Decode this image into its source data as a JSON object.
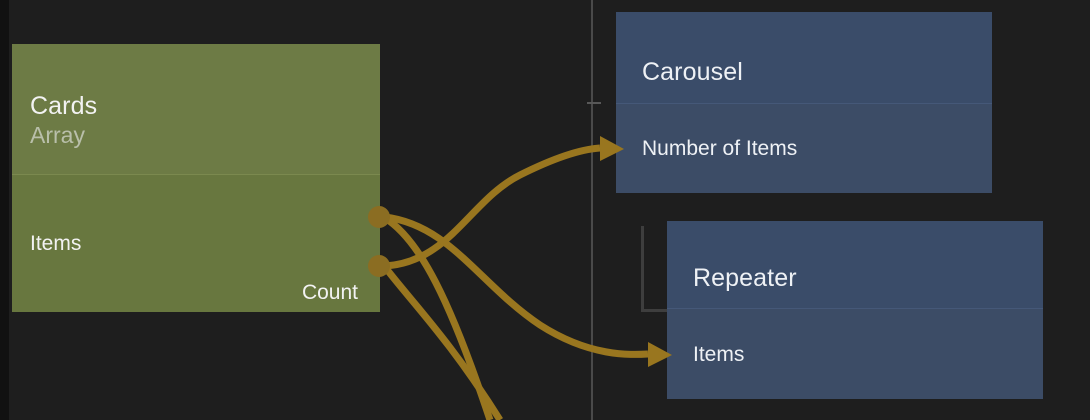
{
  "canvas": {
    "background_color": "#1e1e1e",
    "gutter_color": "#111111",
    "guide_line_color": "#4a4a4a",
    "wire_color": "#99761f",
    "port_color": "#8b6d22"
  },
  "nodes": [
    {
      "id": "cards",
      "title": "Cards",
      "subtitle": "Array",
      "accent_color": "#6d7b45",
      "fields": [
        {
          "label": "Items",
          "align": "left",
          "has_port": true
        },
        {
          "label": "Count",
          "align": "right",
          "has_port": true
        }
      ]
    },
    {
      "id": "carousel",
      "title": "Carousel",
      "subtitle": "",
      "accent_color": "#3a4c69",
      "fields": [
        {
          "label": "Number of Items",
          "align": "left",
          "has_port": false
        }
      ]
    },
    {
      "id": "repeater",
      "title": "Repeater",
      "subtitle": "",
      "accent_color": "#3c4c66",
      "fields": [
        {
          "label": "Items",
          "align": "left",
          "has_port": false
        }
      ]
    }
  ],
  "connections": [
    {
      "from": "cards.Items",
      "to": "repeater.Items",
      "label": ""
    },
    {
      "from": "cards.Count",
      "to": "carousel.Number of Items",
      "label": ""
    },
    {
      "from": "cards.Items",
      "to": "offscreen-bottom",
      "label": ""
    },
    {
      "from": "cards.Count",
      "to": "offscreen-bottom",
      "label": ""
    }
  ]
}
